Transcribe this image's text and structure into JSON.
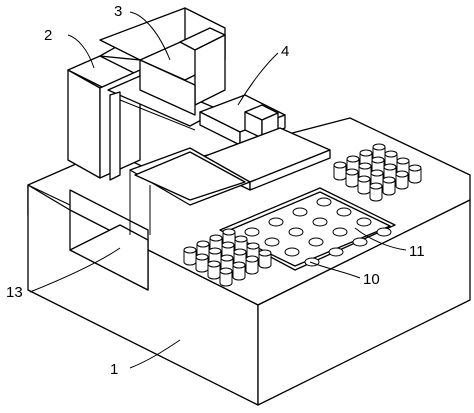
{
  "labels": {
    "l1": "1",
    "l2": "2",
    "l3": "3",
    "l4": "4",
    "l10": "10",
    "l11": "11",
    "l13": "13"
  }
}
